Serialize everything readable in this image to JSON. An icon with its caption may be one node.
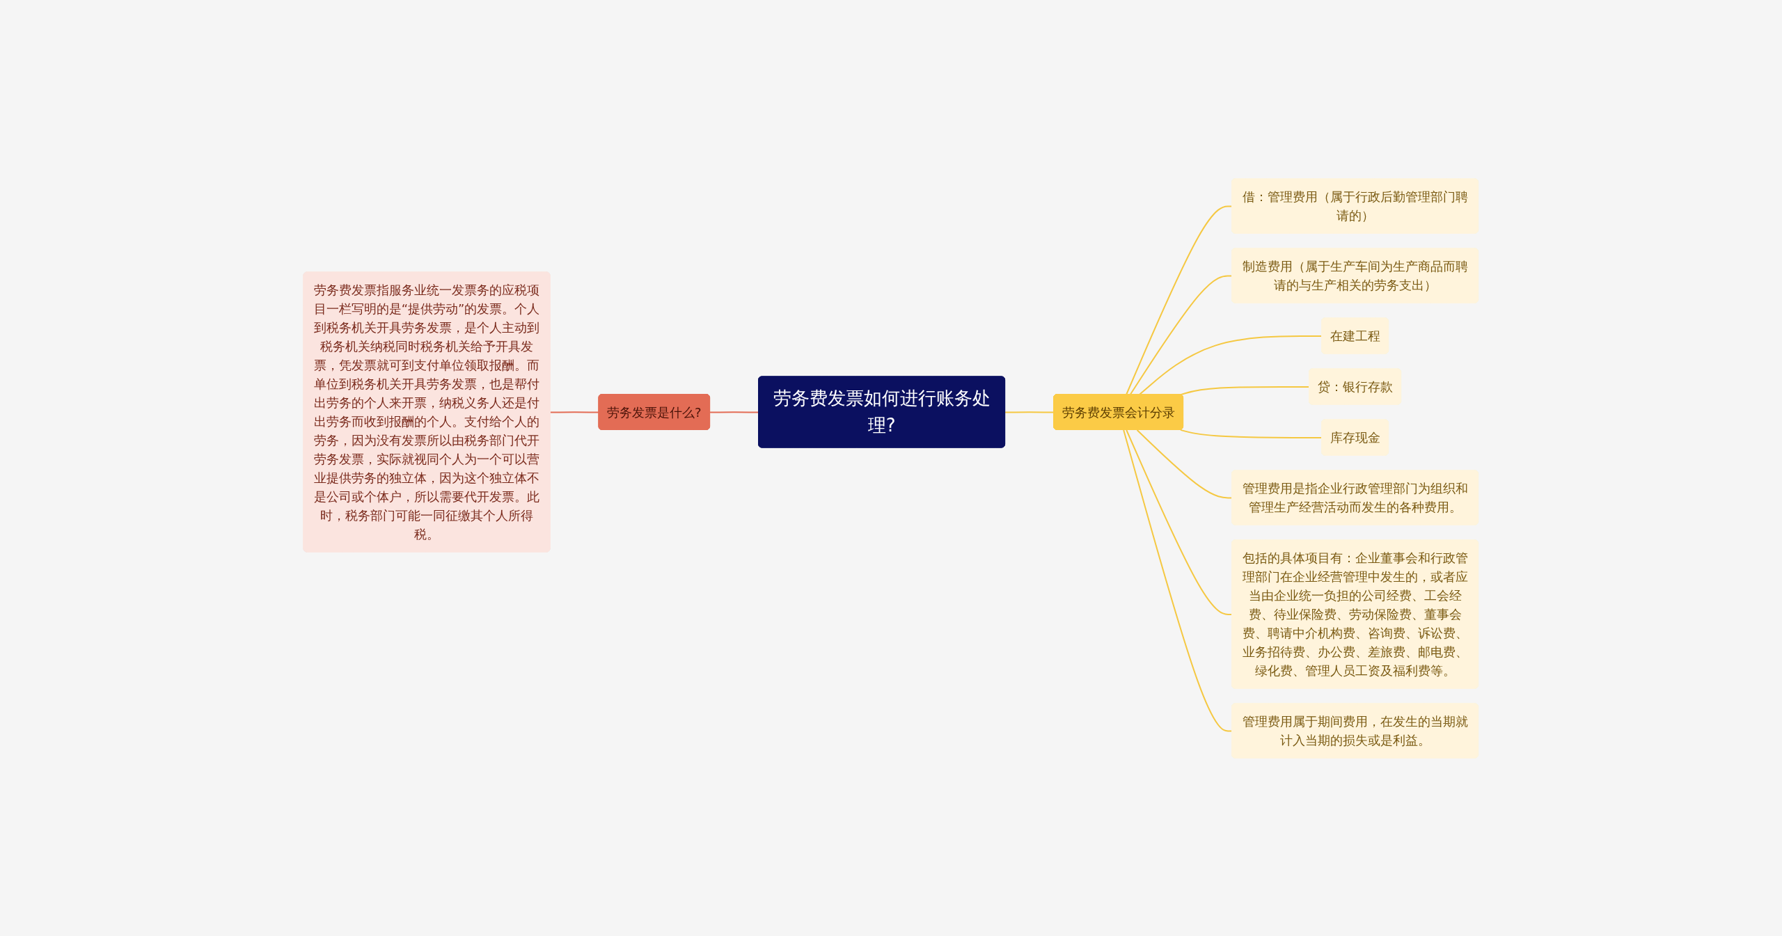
{
  "diagram": {
    "nodes": [
      {
        "text": [
          "劳务费发票指服务业统一发票务的应税项目一栏写明的是“提供劳动”的发票。个人到税务机关开具劳务发票，是个人主动到税务机关纳税同时税务机关给予开具发票，凭发票就可到支付单位领取报酬。而单位到税务机关开具劳务发票，也是帮付出劳务的个人来开票，纳税义务人还是付出劳务而收到报酬的个人。支付给个人的劳务，因为没有发票所以由税务部门代开劳务发票，实际就视同个人为一个可以营业提供劳务的独立体，因为这个独立体不是公司或个体户，所以需要代开发票。此时，税务部门可能一同征缴其个人所得税。"
        ]
      },
      {
        "text": [
          "劳务发票是什么?"
        ]
      },
      {
        "text": [
          "劳务费发票如何进行账务处理?"
        ]
      },
      {
        "text": [
          "劳务费发票会计分录"
        ]
      },
      {
        "text": [
          "借：管理费用（属于行政后勤管理部门聘请的）"
        ]
      },
      {
        "text": [
          "制造费用（属于生产车间为生产商品而聘请的与生产相关的劳务支出）"
        ]
      },
      {
        "text": [
          "在建工程"
        ]
      },
      {
        "text": [
          "贷：银行存款"
        ]
      },
      {
        "text": [
          "库存现金"
        ]
      },
      {
        "text": [
          "管理费用是指企业行政管理部门为组织和管理生产经营活动而发生的各种费用。"
        ]
      },
      {
        "text": [
          "包括的具体项目有：企业董事会和行政管理部门在企业经营管理中发生的，或者应当由企业统一负担的公司经费、工会经费、待业保险费、劳动保险费、董事会费、聘请中介机构费、咨询费、诉讼费、业务招待费、办公费、差旅费、邮电费、绿化费、管理人员工资及福利费等。"
        ]
      },
      {
        "text": [
          "管理费用属于期间费用，在发生的当期就计入当期的损失或是利益。"
        ]
      }
    ],
    "edges": [
      {
        "from": 0,
        "to": 1,
        "arrow": "none",
        "color": "#e36c55"
      },
      {
        "from": 1,
        "to": 2,
        "arrow": "none",
        "color": "#e36c55"
      },
      {
        "from": 2,
        "to": 3,
        "arrow": "none"
      },
      {
        "from": 3,
        "to": 4,
        "arrow": "none"
      },
      {
        "from": 3,
        "to": 5,
        "arrow": "none"
      },
      {
        "from": 3,
        "to": 6,
        "arrow": "none"
      },
      {
        "from": 3,
        "to": 7,
        "arrow": "none"
      },
      {
        "from": 3,
        "to": 8,
        "arrow": "none"
      },
      {
        "from": 3,
        "to": 9,
        "arrow": "none"
      },
      {
        "from": 3,
        "to": 10,
        "arrow": "none"
      },
      {
        "from": 3,
        "to": 11,
        "arrow": "none"
      }
    ]
  }
}
